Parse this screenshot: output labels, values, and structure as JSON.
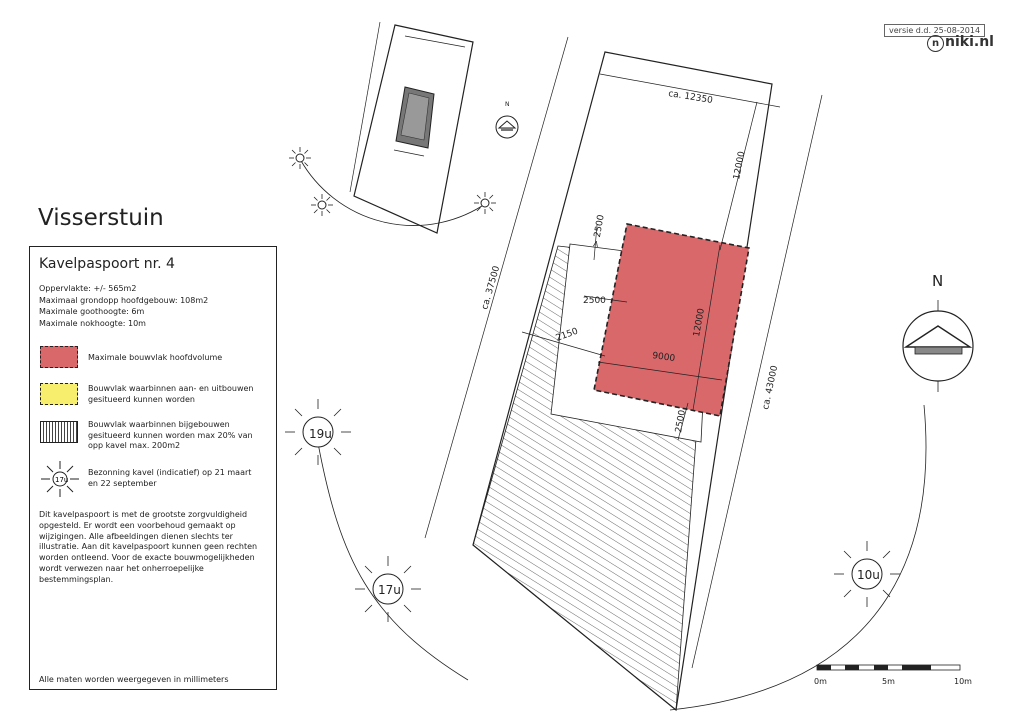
{
  "document": {
    "title": "Visserstuin",
    "version": "versie d.d. 25-08-2014",
    "brand": "niki.nl"
  },
  "legend": {
    "heading": "Kavelpaspoort nr. 4",
    "specs": [
      "Oppervlakte: +/- 565m2",
      "Maximaal grondopp hoofdgebouw: 108m2",
      "Maximale goothoogte: 6m",
      "Maximale nokhoogte: 10m"
    ],
    "items": [
      {
        "label": "Maximale bouwvlak hoofdvolume",
        "color": "#d9686b"
      },
      {
        "label": "Bouwvlak waarbinnen aan- en uitbouwen gesitueerd kunnen worden",
        "color": "#f6ee6c"
      },
      {
        "label": "Bouwvlak waarbinnen bijgebouwen gesitueerd kunnen worden max 20% van opp kavel max. 200m2"
      },
      {
        "label": "Bezonning kavel (indicatief) op 21 maart en 22 september",
        "sun_label": "17u"
      }
    ],
    "disclaimer": "Dit kavelpaspoort is met de grootste zorgvuldigheid opgesteld. Er wordt een voorbehoud gemaakt op wijzigingen. Alle afbeeldingen dienen slechts ter illustratie. Aan dit kavelpaspoort kunnen geen rechten worden ontleend. Voor de exacte bouwmogelijkheden wordt verwezen naar het onherroepelijke bestemmingsplan.",
    "footnote": "Alle maten worden weergegeven in millimeters"
  },
  "site_plan": {
    "dimensions": {
      "top_width": "ca. 12350",
      "left_depth": "ca. 37500",
      "right_depth": "ca. 43000",
      "setback_top": "12000",
      "build_depth": "12000",
      "build_width": "9000",
      "offset_left": "2500",
      "offset_top": "> 2500",
      "offset_bottom": "2500",
      "offset_side": "2150"
    },
    "build_color": "#d9686b",
    "sun_times": [
      "19u",
      "17u",
      "10u"
    ]
  },
  "north": {
    "label": "N"
  },
  "scale_bar": {
    "ticks": [
      "0m",
      "5m",
      "10m"
    ]
  }
}
